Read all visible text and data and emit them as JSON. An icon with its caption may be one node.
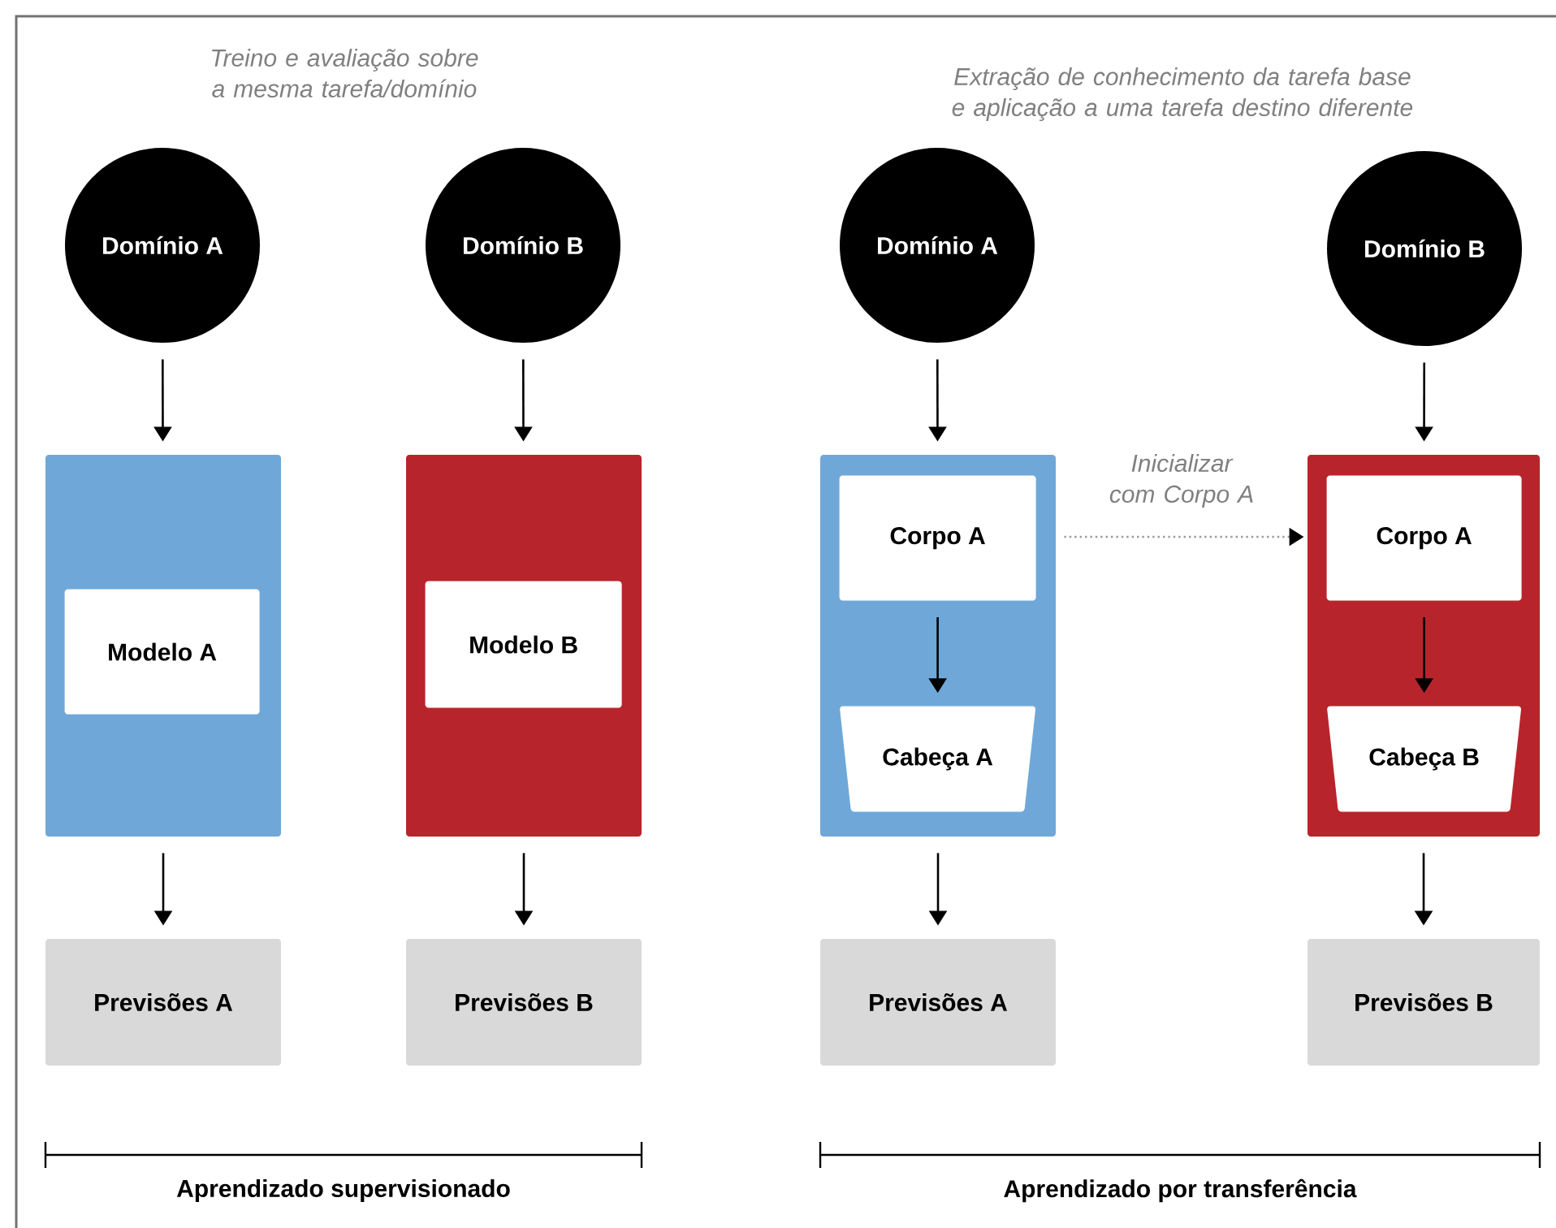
{
  "diagram": {
    "nodes": [
      {
        "text": [
          "Domínio A"
        ]
      },
      {
        "text": [
          "Domínio B"
        ]
      },
      {
        "text": [
          "Domínio A"
        ]
      },
      {
        "text": [
          "Domínio B"
        ]
      },
      {
        "text": [],
        "shape": "box"
      },
      {
        "text": [
          "Modelo A"
        ],
        "in": 4
      },
      {
        "text": [],
        "shape": "box"
      },
      {
        "text": [
          "Modelo B"
        ],
        "in": 6
      },
      {
        "text": [],
        "shape": "box"
      },
      {
        "text": [
          "Corpo A"
        ],
        "in": 8
      },
      {
        "text": [
          "Cabeça A"
        ],
        "in": 8
      },
      {
        "text": [],
        "shape": "box"
      },
      {
        "text": [
          "Corpo A"
        ],
        "in": 11
      },
      {
        "text": [
          "Cabeça B"
        ],
        "in": 11
      },
      {
        "text": [
          "Previsões A"
        ]
      },
      {
        "text": [
          "Previsões B"
        ]
      },
      {
        "text": [
          "Previsões A"
        ]
      },
      {
        "text": [
          "Previsões B"
        ]
      }
    ],
    "edges": [
      {
        "from": 0,
        "to": 4,
        "arrow": "to"
      },
      {
        "from": 1,
        "to": 6,
        "arrow": "to"
      },
      {
        "from": 2,
        "to": 8,
        "arrow": "to"
      },
      {
        "from": 3,
        "to": 11,
        "arrow": "to"
      },
      {
        "from": 9,
        "to": 10,
        "arrow": "to"
      },
      {
        "from": 12,
        "to": 13,
        "arrow": "to"
      },
      {
        "from": 8,
        "to": 11,
        "arrow": "to",
        "label": "Inicializar com Corpo A",
        "style": "dashed",
        "color": "#999999"
      },
      {
        "from": 4,
        "to": 14,
        "arrow": "to"
      },
      {
        "from": 6,
        "to": 15,
        "arrow": "to"
      },
      {
        "from": 8,
        "to": 16,
        "arrow": "to"
      },
      {
        "from": 11,
        "to": 17,
        "arrow": "to"
      }
    ],
    "labels": [
      "Treino e avaliação sobre a mesma tarefa/domínio",
      "Extração de conhecimento da tarefa base e aplicação a uma tarefa destino diferente",
      "Aprendizado supervisionado",
      "Aprendizado por transferência"
    ]
  }
}
